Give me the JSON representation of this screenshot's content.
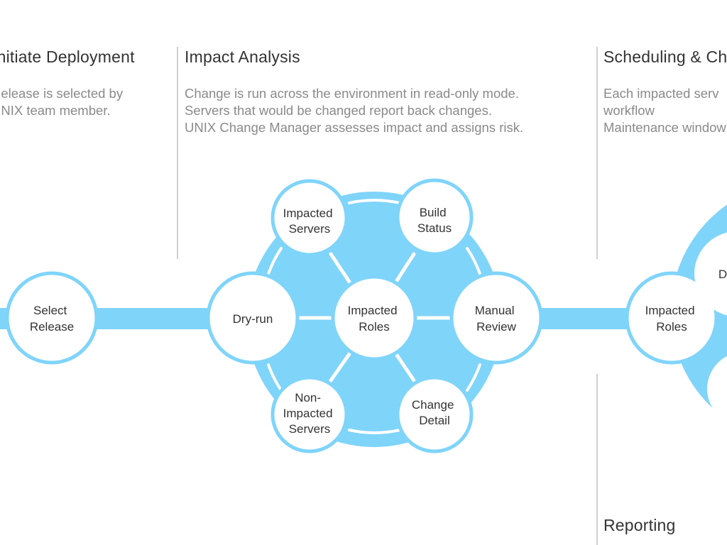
{
  "sections": [
    {
      "id": "initiate",
      "heading": "Initiate Deployment",
      "lines": [
        "Release is selected by",
        "UNIX team member."
      ]
    },
    {
      "id": "impact",
      "heading": "Impact Analysis",
      "lines": [
        "Change is run across the environment in read-only mode.",
        "Servers that would be changed report back changes.",
        "UNIX Change Manager assesses impact and assigns risk."
      ]
    },
    {
      "id": "scheduling",
      "heading": "Scheduling & Ch",
      "lines": [
        "Each impacted serv",
        "workflow",
        "Maintenance window"
      ]
    },
    {
      "id": "reporting",
      "heading": "Reporting",
      "lines": []
    }
  ],
  "nodes": {
    "select_release": [
      "Select",
      "Release"
    ],
    "dry_run": [
      "Dry-run"
    ],
    "impacted_servers": [
      "Impacted",
      "Servers"
    ],
    "build_status": [
      "Build",
      "Status"
    ],
    "impacted_roles_center": [
      "Impacted",
      "Roles"
    ],
    "manual_review": [
      "Manual",
      "Review"
    ],
    "non_impacted_servers": [
      "Non-",
      "Impacted",
      "Servers"
    ],
    "change_detail": [
      "Change",
      "Detail"
    ],
    "impacted_roles_right": [
      "Impacted",
      "Roles"
    ],
    "partial_right": [
      "D"
    ]
  },
  "colors": {
    "accent": "#7fd4fa",
    "node_fill": "#ffffff",
    "heading_text": "#333333",
    "body_text": "#8a8a8a",
    "divider": "#cfcfcf"
  }
}
